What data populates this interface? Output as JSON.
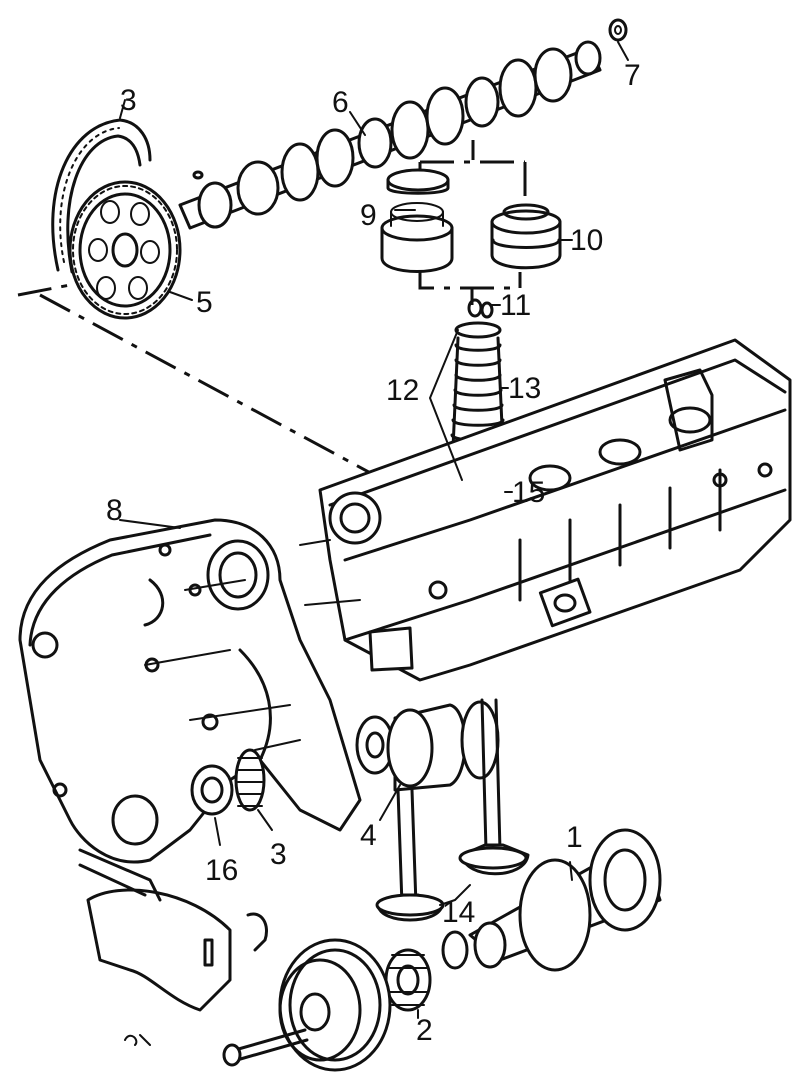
{
  "callouts": [
    {
      "id": "c1",
      "label": "1"
    },
    {
      "id": "c2",
      "label": "2"
    },
    {
      "id": "c3a",
      "label": "3"
    },
    {
      "id": "c3b",
      "label": "3"
    },
    {
      "id": "c4",
      "label": "4"
    },
    {
      "id": "c5",
      "label": "5"
    },
    {
      "id": "c6",
      "label": "6"
    },
    {
      "id": "c7",
      "label": "7"
    },
    {
      "id": "c8",
      "label": "8"
    },
    {
      "id": "c9",
      "label": "9"
    },
    {
      "id": "c10",
      "label": "10"
    },
    {
      "id": "c11",
      "label": "11"
    },
    {
      "id": "c12",
      "label": "12"
    },
    {
      "id": "c13",
      "label": "13"
    },
    {
      "id": "c14",
      "label": "14"
    },
    {
      "id": "c15",
      "label": "15"
    },
    {
      "id": "c16",
      "label": "16"
    }
  ],
  "colors": {
    "ink": "#111111",
    "paper": "#ffffff"
  }
}
